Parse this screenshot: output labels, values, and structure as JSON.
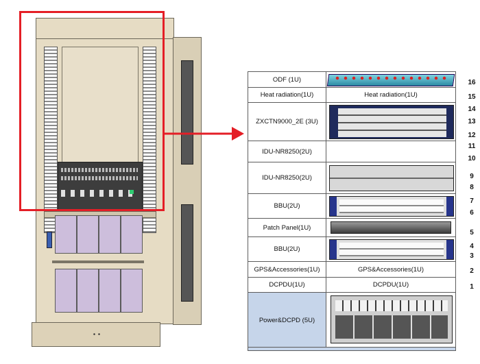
{
  "rack_table": {
    "rows": [
      {
        "left": "ODF (1U)",
        "right": "",
        "image": "odf-panel"
      },
      {
        "left": "Heat radiation(1U)",
        "right": "Heat radiation(1U)"
      },
      {
        "left": "ZXCTN9000_2E (3U)",
        "right": "",
        "image": "zxctn-chassis"
      },
      {
        "left": "IDU-NR8250(2U)",
        "right": ""
      },
      {
        "left": "IDU-NR8250(2U)",
        "right": "",
        "image": "idu-chassis"
      },
      {
        "left": "BBU(2U)",
        "right": "",
        "image": "bbu-chassis"
      },
      {
        "left": "Patch Panel(1U)",
        "right": "",
        "image": "patch-panel"
      },
      {
        "left": "BBU(2U)",
        "right": "",
        "image": "bbu-chassis"
      },
      {
        "left": "GPS&Accessories(1U)",
        "right": "GPS&Accessories(1U)"
      },
      {
        "left": "DCPDU(1U)",
        "right": "DCPDU(1U)"
      },
      {
        "left": "Power&DCPD (5U)",
        "right": "",
        "image": "power-shelf"
      }
    ],
    "unit_numbers": [
      "16",
      "15",
      "14",
      "13",
      "12",
      "11",
      "10",
      "9",
      "8",
      "7",
      "6",
      "5",
      "4",
      "3",
      "2",
      "1"
    ]
  },
  "colors": {
    "highlight": "#e41e26",
    "cabinet": "#e6dcc4",
    "battery": "#cdbedc",
    "power_row": "#c6d5ea"
  }
}
